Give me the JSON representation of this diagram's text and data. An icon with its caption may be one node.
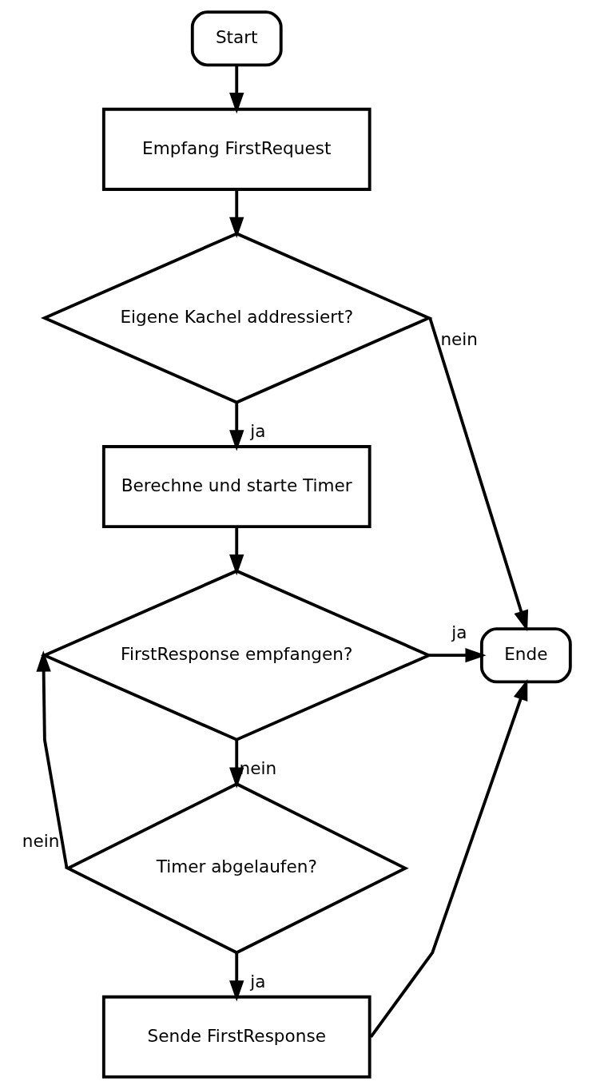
{
  "diagram": {
    "nodes": [
      {
        "text": [
          "Start"
        ]
      },
      {
        "text": [
          "Empfang FirstRequest"
        ]
      },
      {
        "text": [
          "Eigene Kachel addressiert?"
        ]
      },
      {
        "text": [
          "Berechne und starte Timer"
        ]
      },
      {
        "text": [
          "FirstResponse empfangen?"
        ]
      },
      {
        "text": [
          "Ende"
        ]
      },
      {
        "text": [
          "Timer abgelaufen?"
        ]
      },
      {
        "text": [
          "Sende FirstResponse"
        ]
      }
    ],
    "edges": [
      {
        "from": 0,
        "to": 1,
        "arrow": "to"
      },
      {
        "from": 1,
        "to": 2,
        "arrow": "to"
      },
      {
        "from": 2,
        "to": 3,
        "arrow": "to",
        "label": "ja"
      },
      {
        "from": 2,
        "to": 5,
        "arrow": "to",
        "label": "nein"
      },
      {
        "from": 3,
        "to": 4,
        "arrow": "to"
      },
      {
        "from": 4,
        "to": 5,
        "arrow": "to",
        "label": "ja"
      },
      {
        "from": 4,
        "to": 6,
        "arrow": "to",
        "label": "nein"
      },
      {
        "from": 6,
        "to": 4,
        "arrow": "to",
        "label": "nein"
      },
      {
        "from": 6,
        "to": 7,
        "arrow": "to",
        "label": "ja"
      },
      {
        "from": 7,
        "to": 5,
        "arrow": "to"
      }
    ]
  }
}
